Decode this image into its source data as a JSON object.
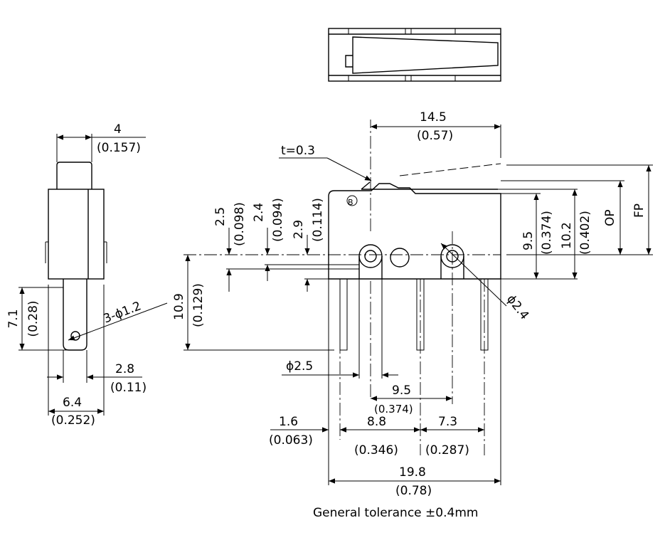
{
  "dims": {
    "w4": "4",
    "w4_in": "(0.157)",
    "h71": "7.1",
    "h71_in": "(0.28)",
    "holes": "3-ϕ1.2",
    "d28": "2.8",
    "d28_in": "(0.11)",
    "d64": "6.4",
    "d64_in": "(0.252)",
    "d145": "14.5",
    "d145_in": "(0.57)",
    "t03": "t=0.3",
    "d25": "2.5",
    "d25_in": "(0.098)",
    "d24": "2.4",
    "d24_in": "(0.094)",
    "d29": "2.9",
    "d29_in": "(0.114)",
    "d109": "10.9",
    "d109_in": "(0.129)",
    "d95v": "9.5",
    "d95v_in": "(0.374)",
    "d102": "10.2",
    "d102_in": "(0.402)",
    "op": "OP",
    "fp": "FP",
    "phi24": "ϕ2.4",
    "phi25": "ϕ2.5",
    "d95h": "9.5",
    "d95h_in": "(0.374)",
    "d16": "1.6",
    "d16_in": "(0.063)",
    "d88": "8.8",
    "d88_in": "(0.346)",
    "d73": "7.3",
    "d73_in": "(0.287)",
    "d198": "19.8",
    "d198_in": "(0.78)",
    "tolerance": "General tolerance ±0.4mm"
  },
  "icons": {
    "ground_mark": "common-terminal-mark-icon"
  }
}
